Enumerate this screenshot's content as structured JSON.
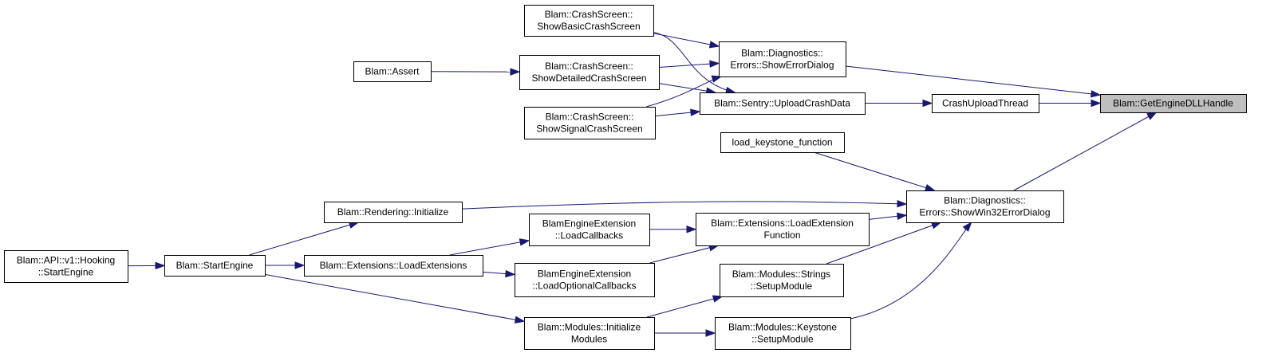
{
  "graph": {
    "nodes": {
      "getEngineDLLHandle": [
        "Blam::GetEngineDLLHandle"
      ],
      "showErrorDialog": [
        "Blam::Diagnostics::",
        "Errors::ShowErrorDialog"
      ],
      "crashUploadThread": [
        "CrashUploadThread"
      ],
      "showWin32ErrorDialog": [
        "Blam::Diagnostics::",
        "Errors::ShowWin32ErrorDialog"
      ],
      "showBasicCrashScreen": [
        "Blam::CrashScreen::",
        "ShowBasicCrashScreen"
      ],
      "showDetailedCrashScreen": [
        "Blam::CrashScreen::",
        "ShowDetailedCrashScreen"
      ],
      "showSignalCrashScreen": [
        "Blam::CrashScreen::",
        "ShowSignalCrashScreen"
      ],
      "assert": [
        "Blam::Assert"
      ],
      "uploadCrashData": [
        "Blam::Sentry::UploadCrashData"
      ],
      "loadKeystoneFunction": [
        "load_keystone_function"
      ],
      "renderingInitialize": [
        "Blam::Rendering::Initialize"
      ],
      "extLoadExtensionFunction": [
        "Blam::Extensions::LoadExtension",
        "Function"
      ],
      "stringsSetupModule": [
        "Blam::Modules::Strings",
        "::SetupModule"
      ],
      "keystoneSetupModule": [
        "Blam::Modules::Keystone",
        "::SetupModule"
      ],
      "loadCallbacks": [
        "BlamEngineExtension",
        "::LoadCallbacks"
      ],
      "loadOptionalCallbacks": [
        "BlamEngineExtension",
        "::LoadOptionalCallbacks"
      ],
      "modulesInitialize": [
        "Blam::Modules::Initialize",
        "Modules"
      ],
      "loadExtensions": [
        "Blam::Extensions::LoadExtensions"
      ],
      "startEngine": [
        "Blam::StartEngine"
      ],
      "apiStartEngine": [
        "Blam::API::v1::Hooking",
        "::StartEngine"
      ]
    },
    "edges": [
      [
        "showErrorDialog",
        "getEngineDLLHandle"
      ],
      [
        "crashUploadThread",
        "getEngineDLLHandle"
      ],
      [
        "showWin32ErrorDialog",
        "getEngineDLLHandle"
      ],
      [
        "showBasicCrashScreen",
        "showErrorDialog"
      ],
      [
        "showDetailedCrashScreen",
        "showErrorDialog"
      ],
      [
        "showSignalCrashScreen",
        "showErrorDialog"
      ],
      [
        "assert",
        "showDetailedCrashScreen"
      ],
      [
        "uploadCrashData",
        "crashUploadThread"
      ],
      [
        "showBasicCrashScreen",
        "uploadCrashData"
      ],
      [
        "showDetailedCrashScreen",
        "uploadCrashData"
      ],
      [
        "showSignalCrashScreen",
        "uploadCrashData"
      ],
      [
        "loadKeystoneFunction",
        "showWin32ErrorDialog"
      ],
      [
        "renderingInitialize",
        "showWin32ErrorDialog"
      ],
      [
        "extLoadExtensionFunction",
        "showWin32ErrorDialog"
      ],
      [
        "stringsSetupModule",
        "showWin32ErrorDialog"
      ],
      [
        "keystoneSetupModule",
        "showWin32ErrorDialog"
      ],
      [
        "loadCallbacks",
        "extLoadExtensionFunction"
      ],
      [
        "loadOptionalCallbacks",
        "extLoadExtensionFunction"
      ],
      [
        "modulesInitialize",
        "stringsSetupModule"
      ],
      [
        "modulesInitialize",
        "keystoneSetupModule"
      ],
      [
        "loadExtensions",
        "loadCallbacks"
      ],
      [
        "loadExtensions",
        "loadOptionalCallbacks"
      ],
      [
        "startEngine",
        "renderingInitialize"
      ],
      [
        "startEngine",
        "loadExtensions"
      ],
      [
        "startEngine",
        "modulesInitialize"
      ],
      [
        "apiStartEngine",
        "startEngine"
      ]
    ]
  },
  "colors": {
    "edge": "#191970",
    "highlight_fill": "#bfbfbf",
    "node_fill": "#ffffff",
    "node_border": "#000000"
  }
}
